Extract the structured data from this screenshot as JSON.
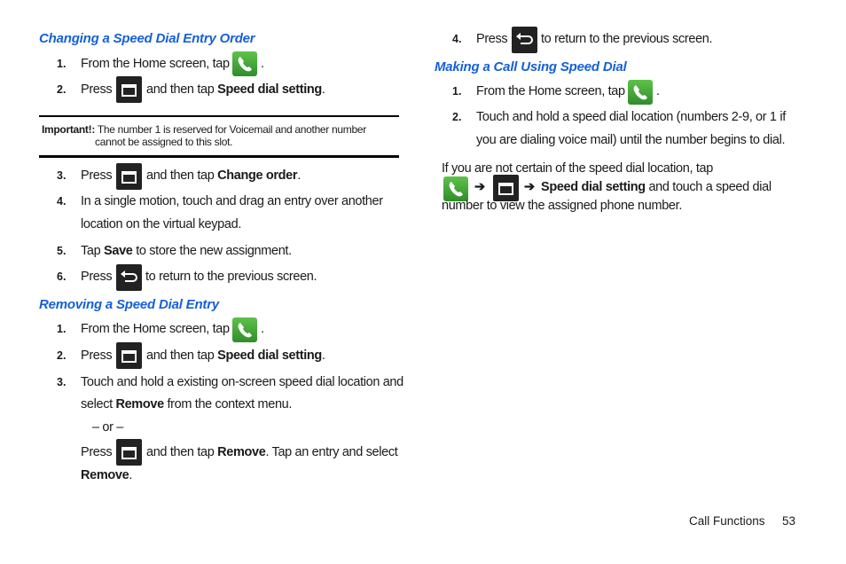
{
  "left": {
    "s1": {
      "heading": "Changing a Speed Dial Entry Order",
      "n1": "1.",
      "t1a": "From the Home screen, tap",
      "t1b": ".",
      "n2": "2.",
      "t2a": "Press",
      "t2b": "and then tap",
      "t2c": "Speed dial setting",
      "t2d": ".",
      "important_label": "Important!:",
      "important_l1": "The number 1 is reserved for Voicemail and another number",
      "important_l2": "cannot be assigned to this slot.",
      "n3": "3.",
      "t3a": "Press",
      "t3b": "and then tap",
      "t3c": "Change order",
      "t3d": ".",
      "n4": "4.",
      "t4a": "In a single motion, touch and drag an entry over another",
      "t4b": "location on the virtual keypad.",
      "n5": "5.",
      "t5a": "Tap",
      "t5b": "Save",
      "t5c": "to store the new assignment.",
      "n6": "6.",
      "t6a": "Press",
      "t6b": "to return to the previous screen."
    },
    "s2": {
      "heading": "Removing a Speed Dial Entry",
      "n1": "1.",
      "t1a": "From the Home screen, tap",
      "t1b": ".",
      "n2": "2.",
      "t2a": "Press",
      "t2b": "and then tap",
      "t2c": "Speed dial setting",
      "t2d": ".",
      "n3": "3.",
      "t3a": "Touch and hold a existing on-screen speed dial location and",
      "t3b": "select",
      "t3c": "Remove",
      "t3d": "from the context menu.",
      "or": "– or –",
      "t4a": "Press",
      "t4b": "and then tap",
      "t4c": "Remove",
      "t4d": ". Tap an entry and select",
      "t4e": "Remove",
      "t4f": "."
    }
  },
  "right": {
    "n4": "4.",
    "t4a": "Press",
    "t4b": "to return to the previous screen.",
    "heading": "Making a Call Using Speed Dial",
    "n1": "1.",
    "t1a": "From the Home screen, tap",
    "t1b": ".",
    "n2": "2.",
    "t2a": "Touch and hold a speed dial location (numbers 2-9, or 1 if",
    "t2b": "you are dialing voice mail) until the number begins to dial.",
    "p1": "If you are not certain of the speed dial location, tap",
    "arrow": "➔",
    "p2": "Speed dial setting",
    "p3": "and touch a speed dial",
    "p4": "number to view the assigned phone number."
  },
  "footer": {
    "section": "Call Functions",
    "page": "53"
  },
  "icons": {
    "phone": "phone-icon",
    "menu": "menu-key-icon",
    "back": "back-key-icon"
  },
  "colors": {
    "heading": "#1560d8",
    "phone_icon": "#3fa535"
  }
}
